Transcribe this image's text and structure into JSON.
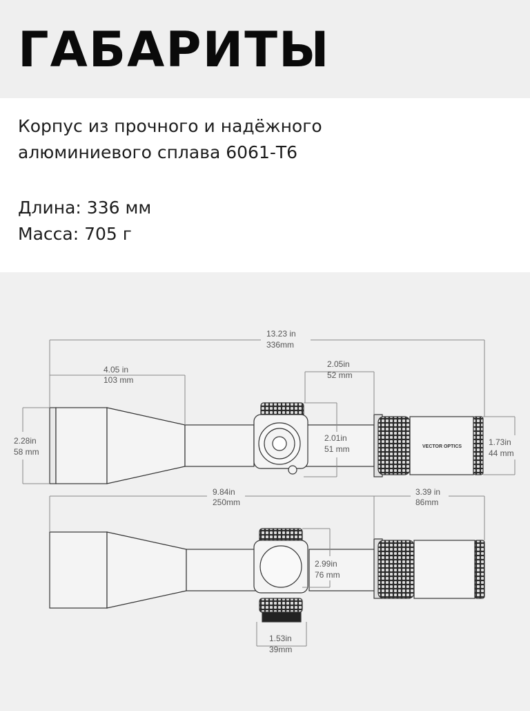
{
  "title": "ГАБАРИТЫ",
  "description": {
    "line1": "Корпус из прочного и надёжного",
    "line2": "алюминиевого сплава 6061-T6",
    "length": "Длина: 336 мм",
    "mass": "Масса: 705 г"
  },
  "diagram": {
    "brand_label": "VECTOR OPTICS",
    "top_view": {
      "overall_in": "13.23 in",
      "overall_mm": "336mm",
      "objective_len_in": "4.05 in",
      "objective_len_mm": "103 mm",
      "turret_in": "2.05in",
      "turret_mm": "52 mm",
      "objective_dia_in": "2.28in",
      "objective_dia_mm": "58 mm",
      "turret_height_in": "2.01in",
      "turret_height_mm": "51 mm",
      "eyepiece_dia_in": "1.73in",
      "eyepiece_dia_mm": "44 mm"
    },
    "bottom_view": {
      "mount_len_in": "9.84in",
      "mount_len_mm": "250mm",
      "eye_len_in": "3.39 in",
      "eye_len_mm": "86mm",
      "turret_width_in": "2.99in",
      "turret_width_mm": "76 mm",
      "base_in": "1.53in",
      "base_mm": "39mm"
    }
  },
  "colors": {
    "text": "#1c1c1c",
    "line": "#777777",
    "scope_stroke": "#333333"
  }
}
